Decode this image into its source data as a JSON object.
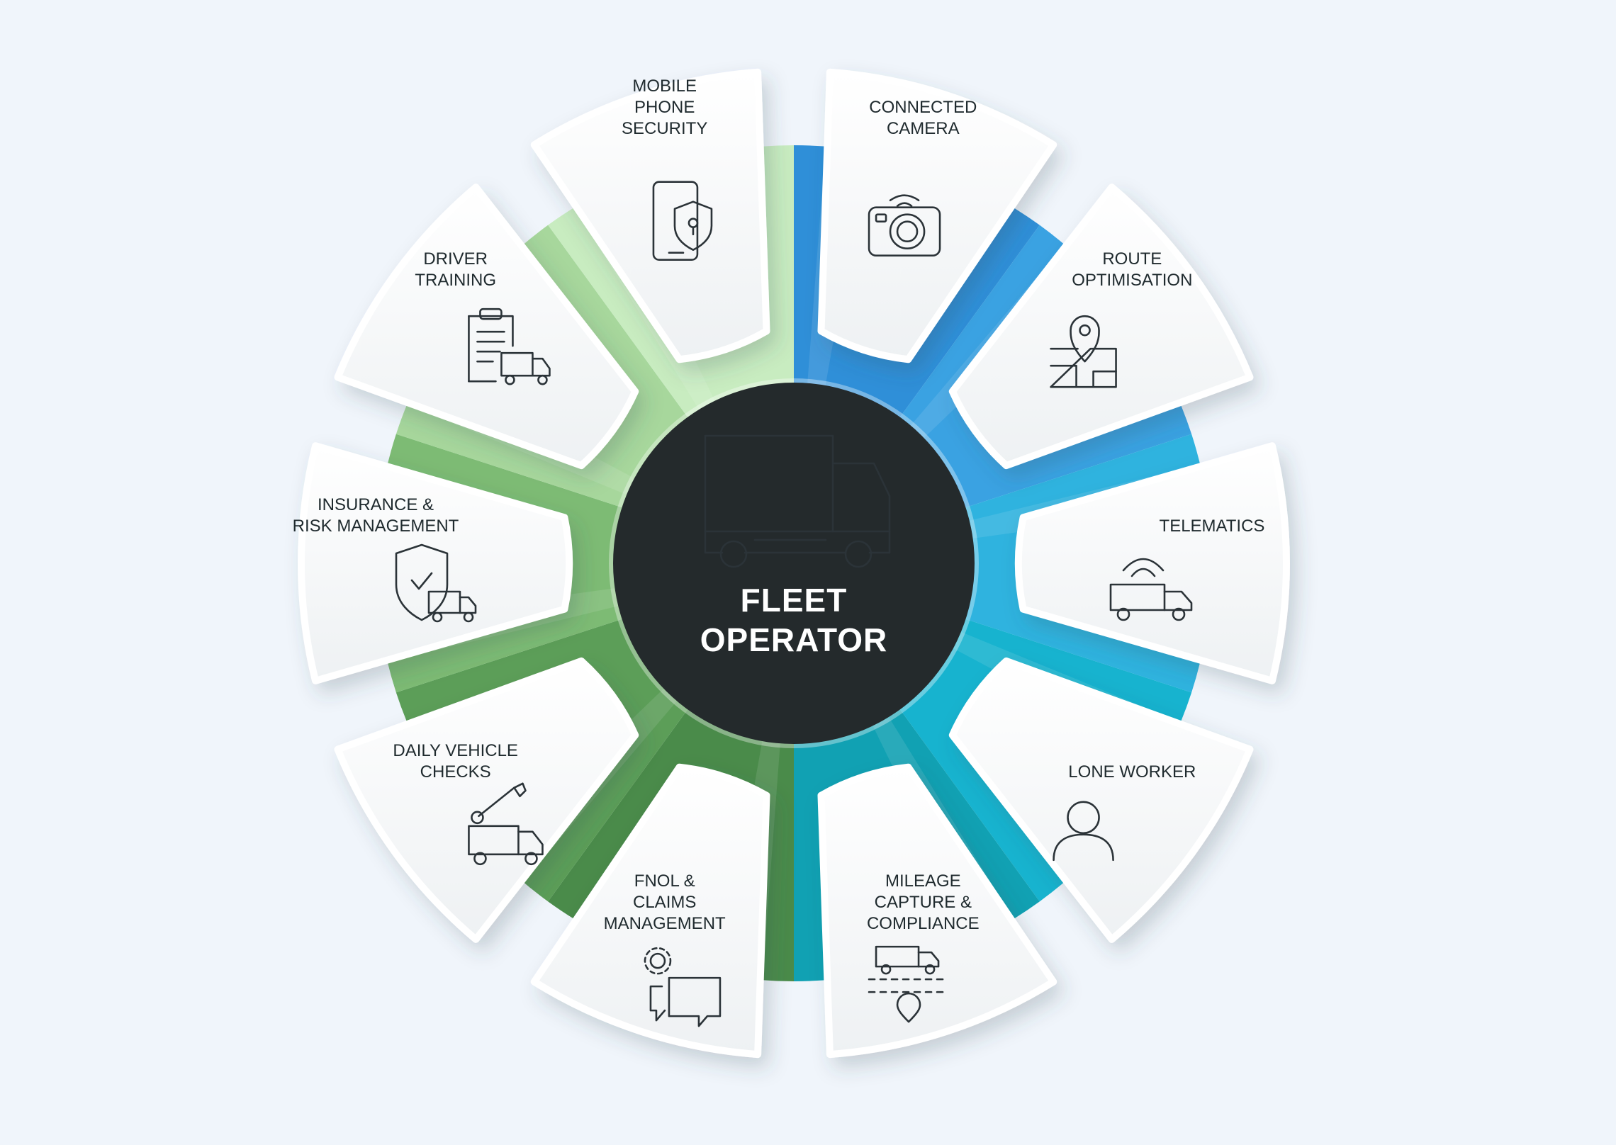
{
  "hub": {
    "lines": [
      "FLEET",
      "OPERATOR"
    ],
    "icon": "truck-icon"
  },
  "segments": [
    {
      "id": "connected-camera",
      "lines": [
        "CONNECTED",
        "CAMERA"
      ],
      "icon": "camera-icon",
      "color": "#2f8fd8"
    },
    {
      "id": "route-optimisation",
      "lines": [
        "ROUTE",
        "OPTIMISATION"
      ],
      "icon": "map-pin-icon",
      "color": "#3aa2e2"
    },
    {
      "id": "telematics",
      "lines": [
        "TELEMATICS"
      ],
      "icon": "telematics-truck-icon",
      "color": "#2fb3df"
    },
    {
      "id": "lone-worker",
      "lines": [
        "LONE WORKER"
      ],
      "icon": "person-icon",
      "color": "#17b3cf"
    },
    {
      "id": "mileage-capture",
      "lines": [
        "MILEAGE",
        "CAPTURE &",
        "COMPLIANCE"
      ],
      "icon": "route-truck-icon",
      "color": "#11a1b3"
    },
    {
      "id": "fnol-claims",
      "lines": [
        "FNOL &",
        "CLAIMS",
        "MANAGEMENT"
      ],
      "icon": "chat-gear-icon",
      "color": "#4a8b4a"
    },
    {
      "id": "daily-vehicle-checks",
      "lines": [
        "DAILY VEHICLE",
        "CHECKS"
      ],
      "icon": "wrench-truck-icon",
      "color": "#5c9e58"
    },
    {
      "id": "insurance-risk",
      "lines": [
        "INSURANCE &",
        "RISK MANAGEMENT"
      ],
      "icon": "shield-truck-icon",
      "color": "#7dbb74"
    },
    {
      "id": "driver-training",
      "lines": [
        "DRIVER",
        "TRAINING"
      ],
      "icon": "clipboard-truck-icon",
      "color": "#a7d79c"
    },
    {
      "id": "mobile-phone-security",
      "lines": [
        "MOBILE",
        "PHONE",
        "SECURITY"
      ],
      "icon": "phone-shield-icon",
      "color": "#c8ecc0"
    }
  ]
}
